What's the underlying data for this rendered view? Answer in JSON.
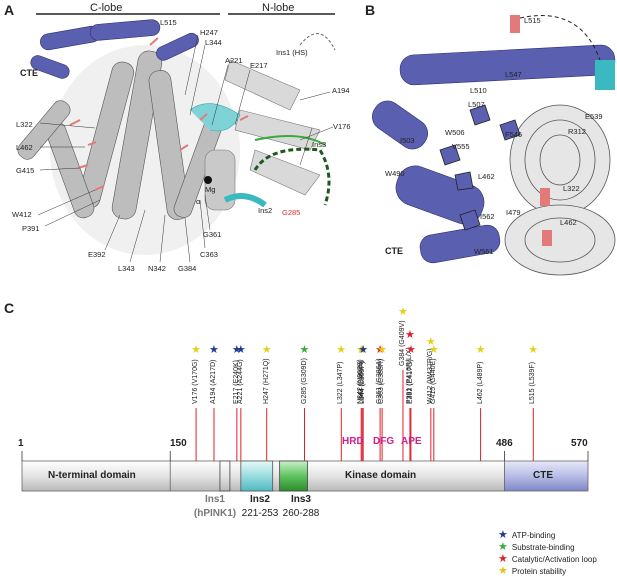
{
  "panels": {
    "a": "A",
    "b": "B",
    "c": "C"
  },
  "panel_a": {
    "c_lobe": "C-lobe",
    "n_lobe": "N-lobe",
    "labels": [
      "L515",
      "H247",
      "L344",
      "A221",
      "E217",
      "Ins1 (HS)",
      "A194",
      "CTE",
      "L322",
      "L462",
      "G415",
      "W412",
      "P391",
      "E392",
      "L343",
      "N342",
      "G384",
      "C363",
      "G361",
      "V176",
      "Ins3",
      "Mg",
      "α",
      "Ins2"
    ],
    "red_label": "G285"
  },
  "panel_b": {
    "labels": [
      "L515",
      "L547",
      "L510",
      "L507",
      "E539",
      "W506",
      "F546",
      "R312",
      "I503",
      "V555",
      "W490",
      "L462",
      "L322",
      "I562",
      "I479",
      "L462",
      "W561",
      "CTE"
    ]
  },
  "panel_c": {
    "axis": {
      "start": "1",
      "kinase_start": "150",
      "cte_start": "486",
      "end": "570"
    },
    "domains": {
      "n_terminal": "N-terminal domain",
      "kinase": "Kinase domain",
      "cte": "CTE"
    },
    "inserts": {
      "ins1": "Ins1",
      "ins1_sub": "(hPINK1)",
      "ins2": "Ins2",
      "ins2_range": "221-253",
      "ins3": "Ins3",
      "ins3_range": "260-288"
    },
    "motifs": {
      "hrd": "HRD",
      "dfg": "DFG",
      "ape": "APE"
    },
    "mutations": [
      {
        "label": "V176 (V170G)",
        "type": "stab",
        "pos": 176
      },
      {
        "label": "A194 (A217D)",
        "type": "atp",
        "pos": 194
      },
      {
        "label": "E217 (E240K)",
        "type": "atp",
        "pos": 217
      },
      {
        "label": "A221 (A244G)",
        "type": "atp",
        "pos": 221
      },
      {
        "label": "H247 (H271Q)",
        "type": "stab",
        "pos": 247
      },
      {
        "label": "G285 (G309D)",
        "type": "sub",
        "pos": 285
      },
      {
        "label": "L322 (L347P)",
        "type": "stab",
        "pos": 322
      },
      {
        "label": "N342 (N367S)",
        "type": "stab",
        "pos": 342
      },
      {
        "label": "L343 (S368N)",
        "type": "stab",
        "pos": 343
      },
      {
        "label": "L344 (L369P)",
        "type": "atp",
        "pos": 344
      },
      {
        "label": "G361 (G386A)",
        "type": "cat",
        "pos": 361
      },
      {
        "label": "C363 (C388R)",
        "type": "stab",
        "pos": 363
      },
      {
        "label": "G384 (G409V)",
        "type": "stab",
        "pos": 384
      },
      {
        "label": "P391 (P416R/L/X)",
        "type": "cat",
        "pos": 391
      },
      {
        "label": "E392 (E417G)",
        "type": "cat",
        "pos": 392
      },
      {
        "label": "W412 (W437R/G)",
        "type": "stab",
        "pos": 412
      },
      {
        "label": "G415 (G440E)",
        "type": "stab",
        "pos": 415
      },
      {
        "label": "L462 (L489P)",
        "type": "stab",
        "pos": 462
      },
      {
        "label": "L515 (L539F)",
        "type": "stab",
        "pos": 515
      }
    ],
    "legend": [
      {
        "label": "ATP-binding",
        "color": "#1f3a93"
      },
      {
        "label": "Substrate-binding",
        "color": "#3aaa3a"
      },
      {
        "label": "Catalytic/Activation loop",
        "color": "#e0202a"
      },
      {
        "label": "Protein stability",
        "color": "#f2e22c"
      }
    ],
    "colors": {
      "atp": "#1f3a93",
      "sub": "#3aaa3a",
      "cat": "#e0202a",
      "stab": "#f2e22c"
    }
  }
}
